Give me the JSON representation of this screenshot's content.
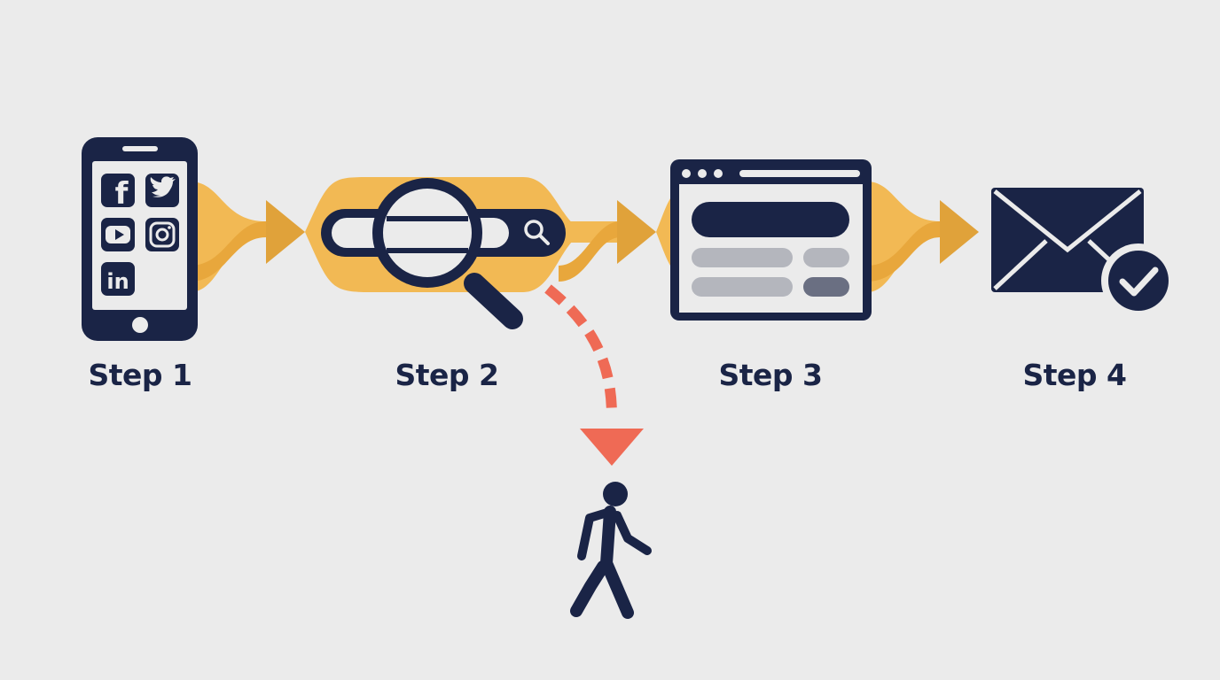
{
  "steps": [
    {
      "label": "Step 1",
      "icon": "smartphone-social-icon"
    },
    {
      "label": "Step 2",
      "icon": "search-magnifier-icon"
    },
    {
      "label": "Step 3",
      "icon": "browser-window-icon"
    },
    {
      "label": "Step 4",
      "icon": "envelope-check-icon"
    }
  ],
  "drop_off": {
    "icon": "walking-person-icon"
  },
  "social_icons": {
    "facebook": "f",
    "linkedin": "in"
  },
  "colors": {
    "background": "#ebebeb",
    "navy": "#1a2446",
    "flow_light": "#f2b954",
    "flow_dark": "#e0a23a",
    "drop_off": "#ef6a55",
    "placeholder_gray": "#b4b6bd",
    "placeholder_dark": "#6a6f82",
    "white": "#ffffff"
  }
}
